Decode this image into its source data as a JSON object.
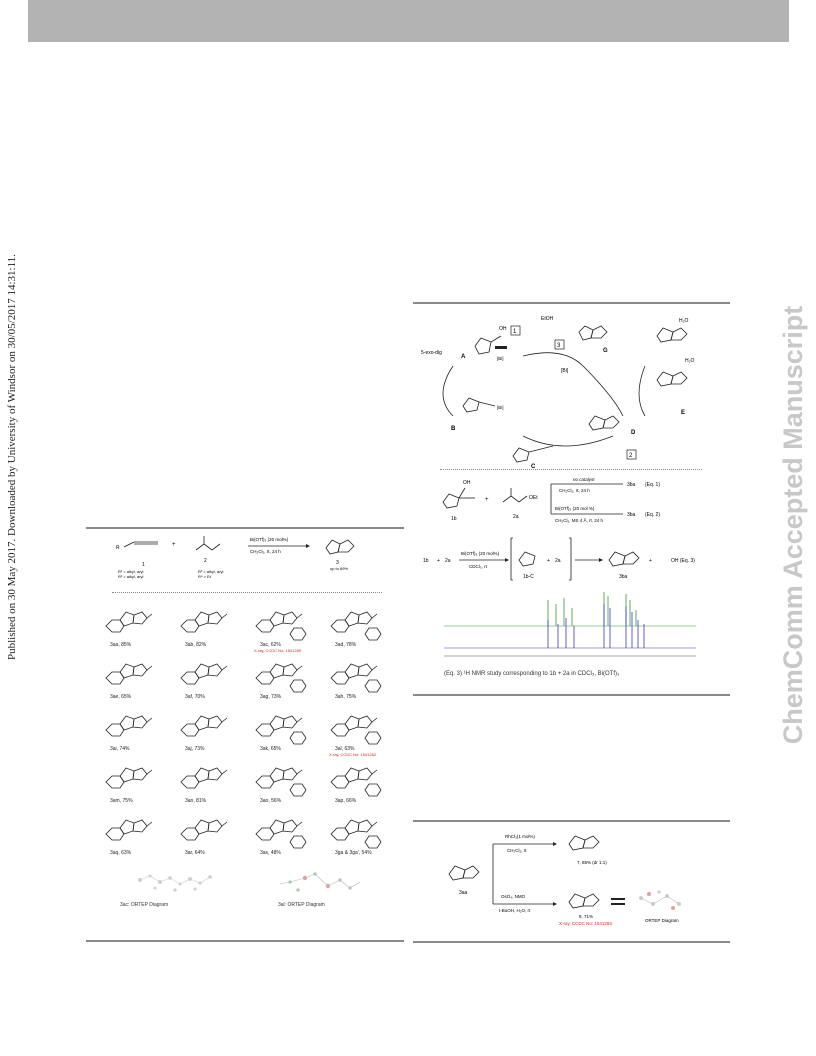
{
  "side_text": {
    "published": "Published on 30 May 2017. Downloaded by University of Windsor on 30/05/2017 14:31:11.",
    "accepted": "ChemComm Accepted Manuscript"
  },
  "colors": {
    "header_bar": "#b3b3b3",
    "watermark": "#c8c8c8",
    "xray_highlight": "#dd2222",
    "nmr_green": "#3a9a3a",
    "nmr_blue": "#3a3ac8"
  },
  "table1": {
    "reaction_conditions": "Bi(OTf)₃ (20 mol%)",
    "reaction_solvent": "CH₂Cl₂, rt, 24 h",
    "reactant1_id": "1",
    "reactant2_id": "2",
    "product_id": "3",
    "reactant1_r": "R¹ = alkyl, aryl",
    "reactant1_r2": "R² = alkyl, aryl",
    "reactant2_r": "R³ = alkyl, aryl",
    "reactant2_r2": "R⁴ = Et",
    "product_yield": "up to 89%",
    "compounds": [
      {
        "label": "3aa, 85%"
      },
      {
        "label": "3ab, 82%"
      },
      {
        "label": "3ac, 62%",
        "note": "X-ray, CCDC No: 1541289"
      },
      {
        "label": "3ad, 78%"
      },
      {
        "label": "3ae, 65%"
      },
      {
        "label": "3af, 70%"
      },
      {
        "label": "3ag, 73%"
      },
      {
        "label": "3ah, 75%"
      },
      {
        "label": "3ai, 74%"
      },
      {
        "label": "3aj, 73%"
      },
      {
        "label": "3ak, 65%"
      },
      {
        "label": "3al, 63%",
        "note": "X-ray, CCDC No: 1541282"
      },
      {
        "label": "3am, 75%"
      },
      {
        "label": "3an, 81%"
      },
      {
        "label": "3ao, 56%"
      },
      {
        "label": "3ap, 66%"
      },
      {
        "label": "3aq, 63%"
      },
      {
        "label": "3ar, 64%"
      },
      {
        "label": "3as, 48%"
      },
      {
        "label": "3ga & 3ga', 54%"
      }
    ],
    "ortep_left": "3ac: ORTEP Diagram",
    "ortep_right": "3al: ORTEP Diagram"
  },
  "scheme_mechanism": {
    "labels": {
      "etoh": "EtOH",
      "exo": "5-exo-dig",
      "bi": "[Bi]",
      "A": "A",
      "B": "B",
      "C": "C",
      "D": "D",
      "E": "E",
      "G": "G",
      "h2o": "H₂O",
      "step1": "1",
      "step2": "2",
      "step3": "3"
    },
    "control": {
      "no_catalyst": "no catalyst",
      "cond1": "CH₂Cl₂, rt, 24 h",
      "product1": "3ba",
      "eq1": "(Eq. 1)",
      "cond2": "Bi(OTf)₃ (20 mol %)",
      "cond2b": "CH₂Cl₂, MS 4 Å, rt, 24 h",
      "eq2": "(Eq. 2)",
      "r1": "1b",
      "r2": "2a",
      "plus": "+",
      "eq3_cond": "Bi(OTf)₃ (20 mol%)",
      "eq3_solvent": "CDCl₃, rt",
      "eq3_inter": "1b-C",
      "eq3_prod": "3ba",
      "eq3_tag": "OH (Eq. 3)",
      "nmr_caption": "(Eq. 3) ¹H NMR study corresponding to 1b + 2a in CDCl₃, Bi(OTf)₃"
    }
  },
  "scheme_transform": {
    "start": "3aa",
    "top_reagent": "RhCl₃(1 mol%)",
    "top_solvent": "CH₂Cl₂, rt",
    "top_yield": "7, 85% (dr 1:1)",
    "bottom_reagent": "OsO₄, NMO",
    "bottom_solvent": "t-BuOH, H₂O, rt",
    "bottom_yield": "8, 71%",
    "bottom_note": "X-ray, CCDC No: 1541283",
    "ortep_label": "ORTEP Diagram"
  }
}
